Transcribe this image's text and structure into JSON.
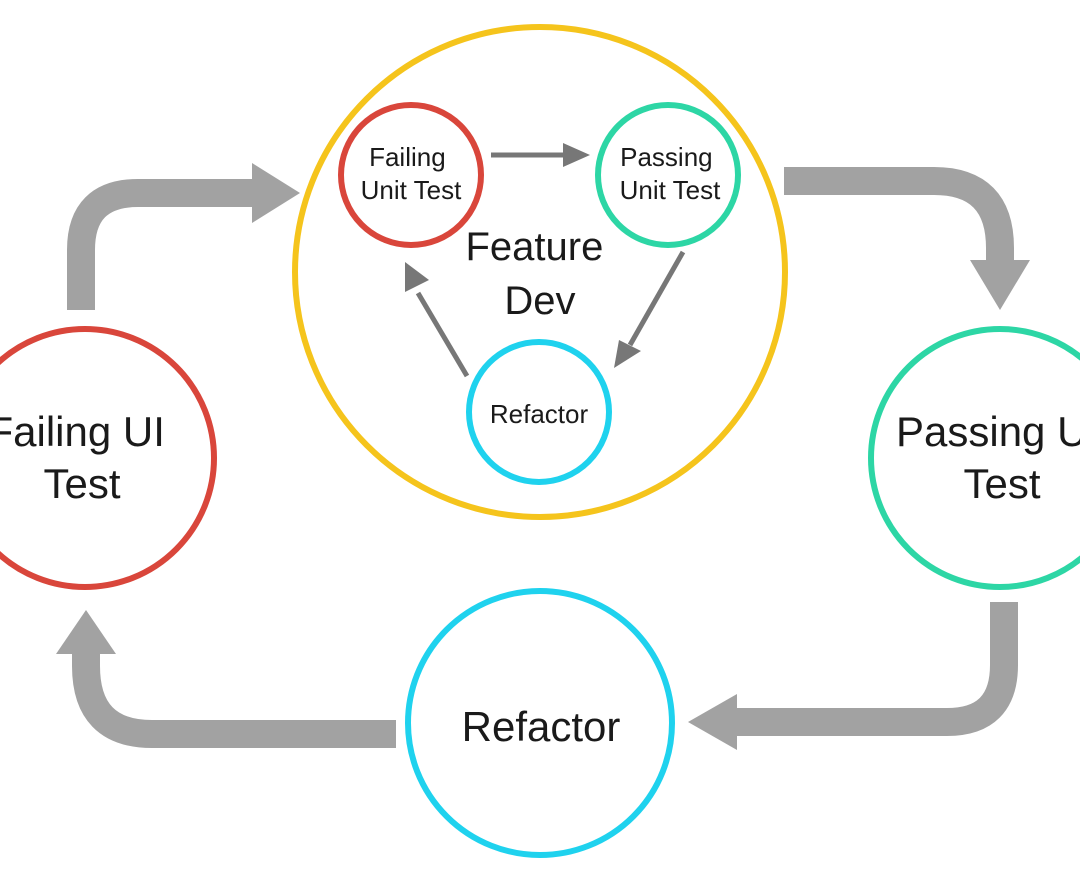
{
  "colors": {
    "red": "#d9463b",
    "teal": "#2dd6a5",
    "cyan": "#1fd2ee",
    "yellow": "#f5c41c",
    "outer_arrow": "#a2a2a2",
    "inner_arrow": "#777777"
  },
  "outer": {
    "failing_ui": {
      "line1": "Failing UI",
      "line2": "Test"
    },
    "passing_ui": {
      "line1": "Passing UI",
      "line2": "Test"
    },
    "refactor": {
      "label": "Refactor"
    }
  },
  "feature": {
    "line1": "Feature",
    "line2": "Dev",
    "failing_unit": {
      "line1": "Failing",
      "line2": "Unit Test"
    },
    "passing_unit": {
      "line1": "Passing",
      "line2": "Unit Test"
    },
    "refactor": {
      "label": "Refactor"
    }
  }
}
